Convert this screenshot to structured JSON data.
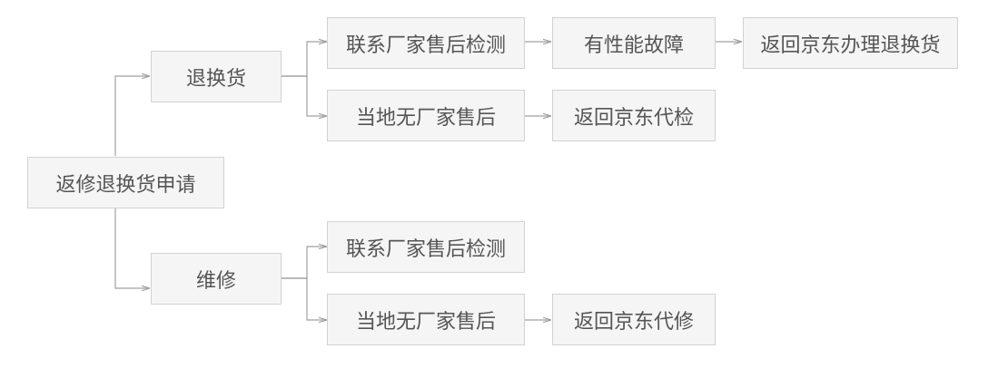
{
  "root": {
    "label": "返修退换货申请"
  },
  "branches": {
    "exchange": {
      "label": "退换货",
      "paths": [
        {
          "step": "联系厂家售后检测",
          "result": "有性能故障",
          "final": "返回京东办理退换货"
        },
        {
          "step": "当地无厂家售后",
          "result": "返回京东代检"
        }
      ]
    },
    "repair": {
      "label": "维修",
      "paths": [
        {
          "step": "联系厂家售后检测"
        },
        {
          "step": "当地无厂家售后",
          "result": "返回京东代修"
        }
      ]
    }
  }
}
